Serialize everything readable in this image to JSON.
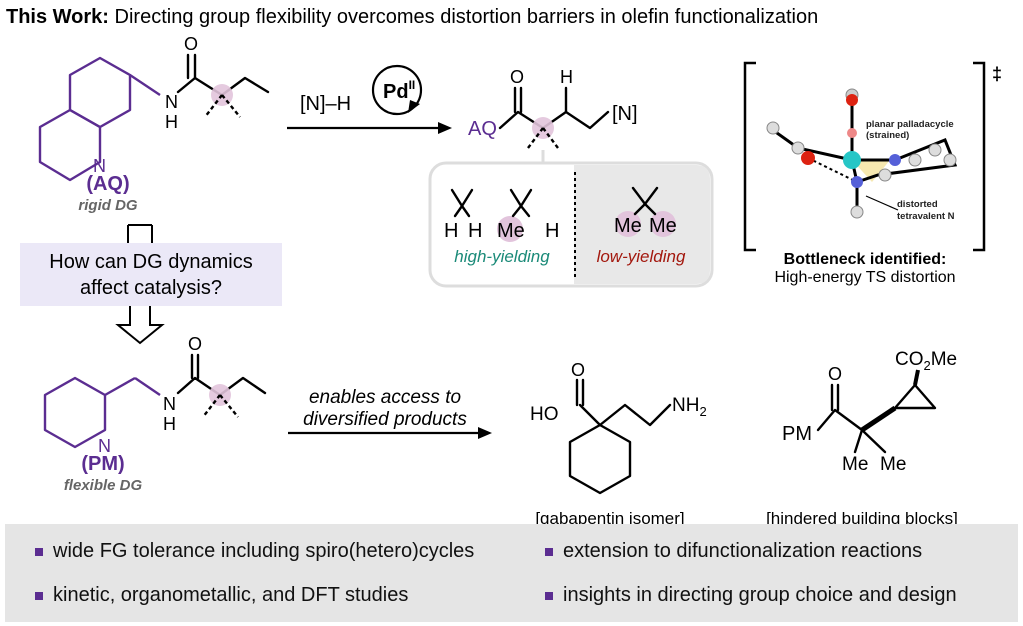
{
  "title": {
    "bold": "This Work:",
    "rest": " Directing group flexibility overcomes distortion barriers in olefin functionalization"
  },
  "colors": {
    "purple": "#5b2d91",
    "teal": "#1a8a78",
    "red": "#a3180e",
    "pink": "#e2c4dc",
    "gray_box": "#e8e8e8",
    "banner": "#e5e5e5"
  },
  "top_scheme": {
    "dg_label": "(AQ)",
    "dg_caption": "rigid DG",
    "reagent": "[N]–H",
    "catalyst": "Pd",
    "catalyst_sup": "II",
    "product_prefix": "AQ",
    "product_n": "[N]",
    "atoms": {
      "O": "O",
      "N": "N",
      "H": "H",
      "NH": "H"
    },
    "substitution": {
      "items": [
        [
          "H",
          "H"
        ],
        [
          "Me",
          "H"
        ],
        [
          "Me",
          "Me"
        ]
      ],
      "high": "high-yielding",
      "low": "low-yielding"
    }
  },
  "question": "How can DG dynamics affect catalysis?",
  "question_lines": [
    "How can DG dynamics",
    "affect catalysis?"
  ],
  "ts_model": {
    "label1": "planar palladacycle",
    "label2": "(strained)",
    "label3": "distorted",
    "label4": "tetravalent N",
    "dagger": "‡",
    "bottleneck": "Bottleneck identified:",
    "bottleneck_sub": "High-energy TS distortion"
  },
  "bottom_scheme": {
    "dg_label": "(PM)",
    "dg_caption": "flexible DG",
    "arrow_text1": "enables access to",
    "arrow_text2": "diversified products",
    "product1_label": "[gabapentin isomer]",
    "product1_ho": "HO",
    "product1_nh2": "NH",
    "product1_sub": "2",
    "product2_label": "[hindered building blocks]",
    "product2_pm": "PM",
    "product2_co2me": "CO",
    "product2_sub": "2",
    "product2_me_suffix": "Me",
    "product2_me1": "Me",
    "product2_me2": "Me"
  },
  "bullets": [
    "wide FG tolerance including spiro(hetero)cycles",
    "extension to difunctionalization reactions",
    "kinetic, organometallic, and DFT studies",
    "insights in directing group choice and design"
  ]
}
